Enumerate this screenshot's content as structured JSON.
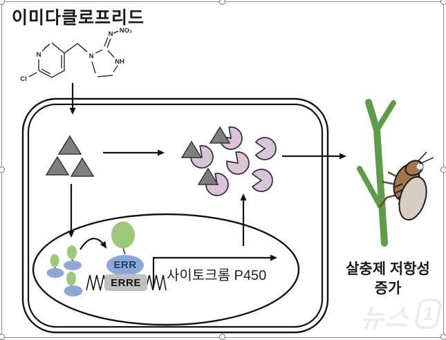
{
  "title": "이미다클로프리드",
  "molecule": {
    "labels": {
      "n_pyridine": "N",
      "cl": "Cl",
      "n_ring": "N",
      "nh": "NH",
      "n_imine": "N",
      "no2": "NO₂"
    }
  },
  "nucleus": {
    "err": "ERR",
    "erre": "ERRE",
    "gene": "사이토크롬 P450"
  },
  "outcome": {
    "line1": "살충제 저항성",
    "line2": "증가"
  },
  "watermark": {
    "text": "뉴스",
    "one": "1"
  },
  "colors": {
    "triangle_substrate": "#7f7f7f",
    "enzyme_pink": "#d9c4d9",
    "receptor_green": "#9cc87c",
    "receptor_blue": "#8ca7d8",
    "erre_box": "#bfbfbf",
    "err_text": "#1e3c6e",
    "stem_green": "#5f9c47",
    "insect_brown": "#a3764f",
    "wing_cream": "#d8cdc2",
    "frame_gray": "#8c8c8c",
    "line_black": "#111111"
  }
}
